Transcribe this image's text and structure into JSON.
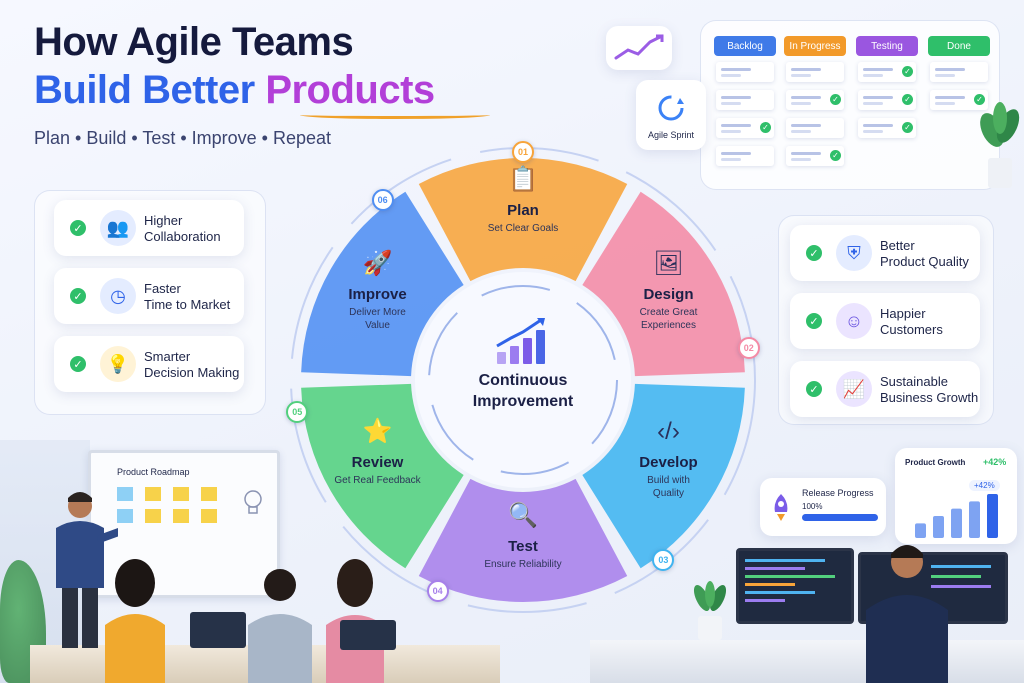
{
  "header": {
    "title_line1": "How Agile Teams",
    "title_line2_part1": "Build Better",
    "title_line2_part2": "Products",
    "subtitle": "Plan • Build • Test • Improve • Repeat"
  },
  "kanban": {
    "columns": [
      {
        "label": "Backlog",
        "color": "#3f7ae8"
      },
      {
        "label": "In Progress",
        "color": "#f29a2a"
      },
      {
        "label": "Testing",
        "color": "#9a56e0"
      },
      {
        "label": "Done",
        "color": "#2fbf6a"
      }
    ]
  },
  "sprint_card": {
    "label": "Agile Sprint"
  },
  "left_benefits": [
    {
      "line1": "Higher",
      "line2": "Collaboration",
      "icon": "team-icon"
    },
    {
      "line1": "Faster",
      "line2": "Time to Market",
      "icon": "clock-icon"
    },
    {
      "line1": "Smarter",
      "line2": "Decision Making",
      "icon": "lightbulb-icon"
    }
  ],
  "right_benefits": [
    {
      "line1": "Better",
      "line2": "Product Quality",
      "icon": "shield-icon"
    },
    {
      "line1": "Happier",
      "line2": "Customers",
      "icon": "customer-icon"
    },
    {
      "line1": "Sustainable",
      "line2": "Business Growth",
      "icon": "growth-chart-icon"
    }
  ],
  "cycle": {
    "center_line1": "Continuous",
    "center_line2": "Improvement",
    "stages": [
      {
        "num": "01",
        "title": "Plan",
        "sub1": "Set Clear Goals",
        "sub2": "",
        "color": "#f7a43a"
      },
      {
        "num": "02",
        "title": "Design",
        "sub1": "Create Great",
        "sub2": "Experiences",
        "color": "#f48aa5"
      },
      {
        "num": "03",
        "title": "Develop",
        "sub1": "Build with",
        "sub2": "Quality",
        "color": "#3fb4f0"
      },
      {
        "num": "04",
        "title": "Test",
        "sub1": "Ensure Reliability",
        "sub2": "",
        "color": "#a780ea"
      },
      {
        "num": "05",
        "title": "Review",
        "sub1": "Get Real Feedback",
        "sub2": "",
        "color": "#52d07e"
      },
      {
        "num": "06",
        "title": "Improve",
        "sub1": "Deliver More",
        "sub2": "Value",
        "color": "#4f8ef2"
      }
    ]
  },
  "roadmap": {
    "title": "Product Roadmap"
  },
  "release": {
    "title": "Release Progress",
    "value": "100%",
    "progress": 1.0
  },
  "growth": {
    "title": "Product Growth",
    "badge": "+42%",
    "badge_small": "+42%",
    "bars": [
      2,
      3,
      4,
      5,
      6
    ]
  }
}
